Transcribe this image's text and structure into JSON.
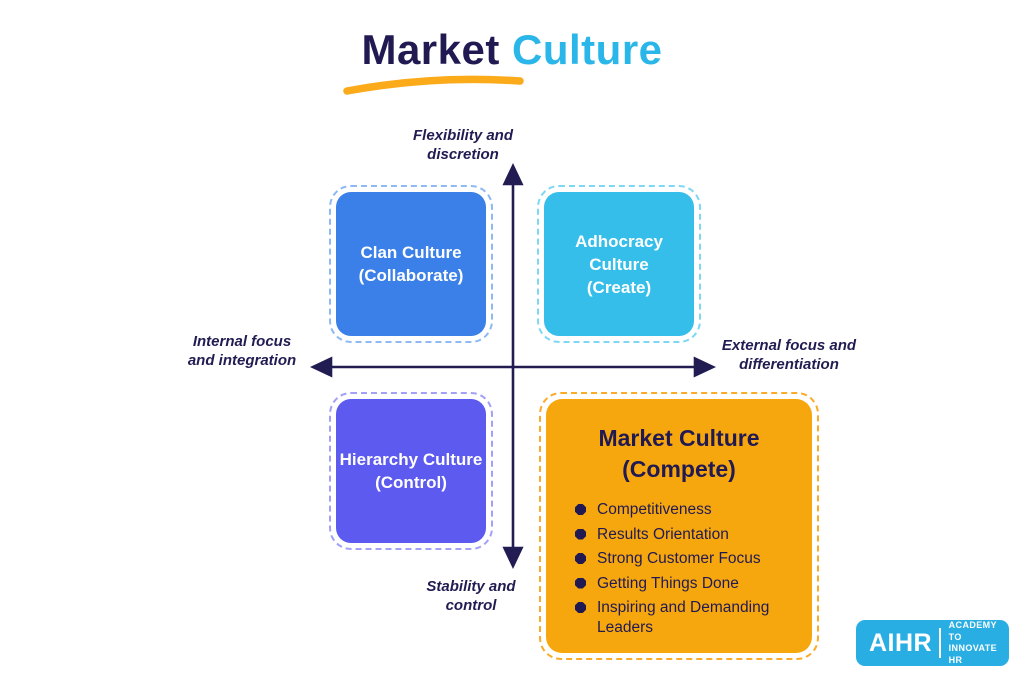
{
  "title": {
    "part1": "Market",
    "part2": "Culture"
  },
  "axes": {
    "top_label": "Flexibility and\ndiscretion",
    "bottom_label": "Stability and\ncontrol",
    "left_label": "Internal focus\nand integration",
    "right_label": "External focus and\ndifferentiation"
  },
  "quadrants": [
    {
      "key": "clan",
      "title": "Clan Culture",
      "subtitle": "(Collaborate)",
      "fill": "#3b7fe8",
      "dash": "#8fb9f3"
    },
    {
      "key": "adhocracy",
      "title": "Adhocracy Culture",
      "subtitle": "(Create)",
      "fill": "#35bee9",
      "dash": "#7ed8f3"
    },
    {
      "key": "hierarchy",
      "title": "Hierarchy Culture",
      "subtitle": "(Control)",
      "fill": "#5d5af0",
      "dash": "#a3a0f7"
    },
    {
      "key": "market",
      "title": "Market Culture",
      "subtitle": "(Compete)",
      "fill": "#f7a70e",
      "dash": "#f9ab29"
    }
  ],
  "market_details": {
    "heading": "Market Culture\n(Compete)",
    "bullets": [
      "Competitiveness",
      "Results Orientation",
      "Strong Customer Focus",
      "Getting Things Done",
      "Inspiring and Demanding Leaders"
    ]
  },
  "logo": {
    "brand": "AIHR",
    "tagline": "ACADEMY TO\nINNOVATE HR"
  },
  "colors": {
    "navy": "#211a52",
    "title_accent_cyan": "#2ab6e9",
    "underline_orange": "#fbaa1a",
    "clan_fill": "#3b7fe8",
    "adhocracy_fill": "#35bee9",
    "hierarchy_fill": "#5d5af0",
    "market_fill": "#f7a70e",
    "logo_blue": "#29aee4"
  }
}
